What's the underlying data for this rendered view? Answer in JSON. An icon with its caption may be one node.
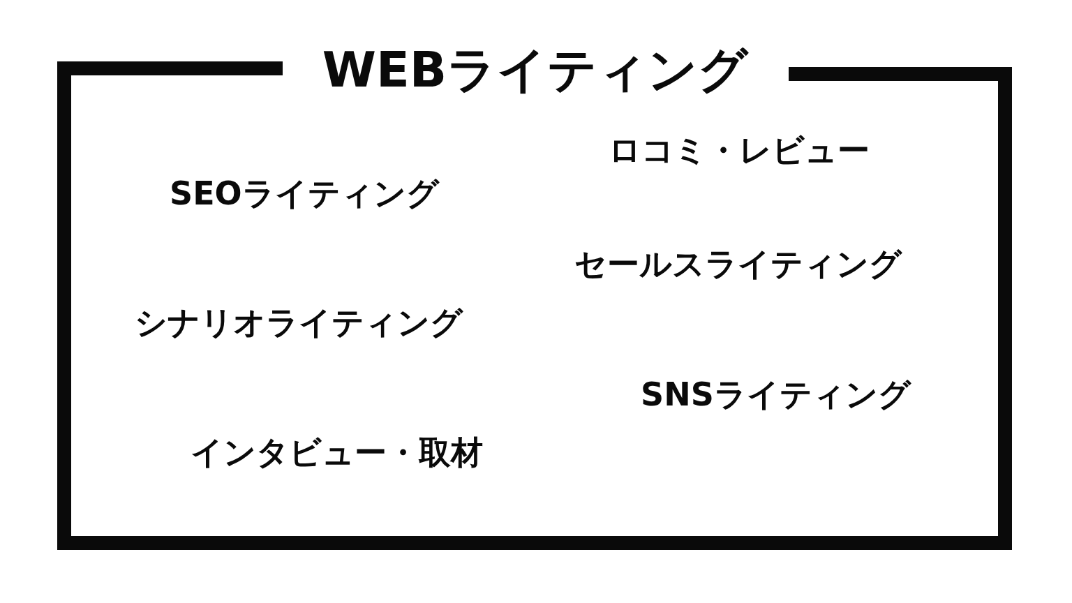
{
  "diagram": {
    "nodes": [
      {
        "text": [
          "WEBライティング",
          "ロコミ・レビュー",
          "SEOライティング",
          "セールスライティング",
          "シナリオライティング",
          "SNSライティング",
          "インタビュー・取材"
        ]
      }
    ]
  }
}
